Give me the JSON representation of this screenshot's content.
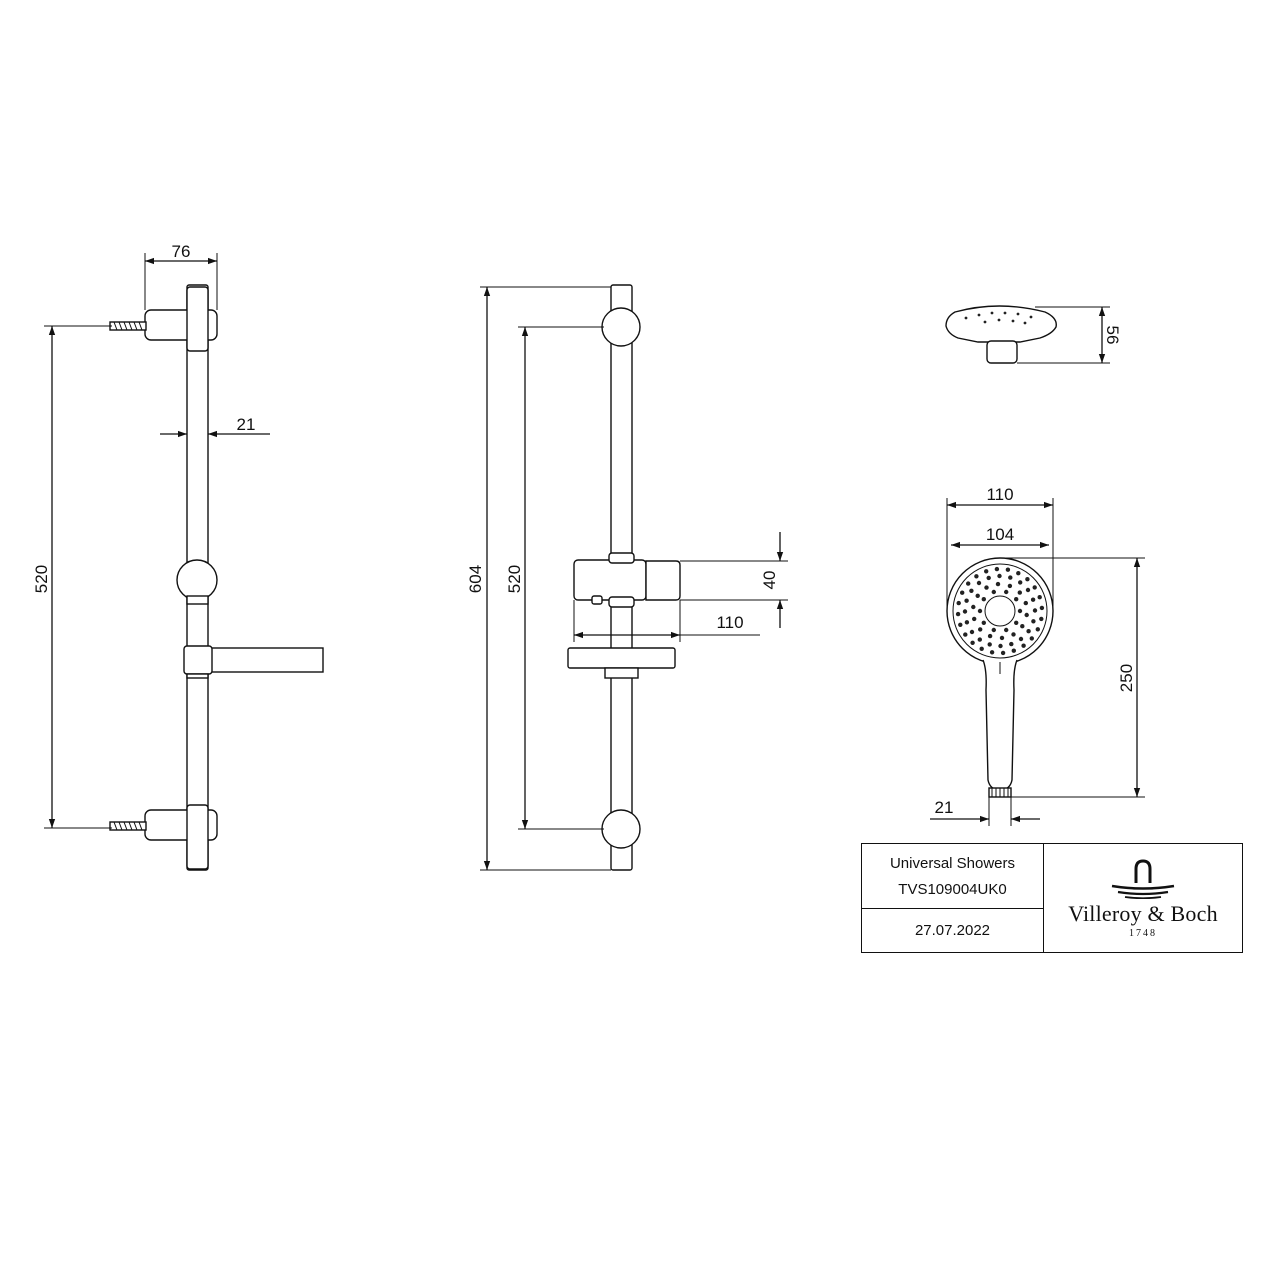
{
  "dimensions": {
    "left_view": {
      "bracket_width": "76",
      "rail_diameter": "21",
      "bracket_spacing": "520"
    },
    "middle_view": {
      "overall_length": "604",
      "bracket_spacing": "520",
      "holder_height": "40",
      "holder_projection": "110"
    },
    "head_side_view": {
      "head_depth": "56"
    },
    "hand_shower_view": {
      "head_outer_diameter": "110",
      "head_inner_diameter": "104",
      "overall_length": "250",
      "handle_connector": "21"
    }
  },
  "title_block": {
    "product_line": "Universal Showers",
    "article_number": "TVS109004UK0",
    "date": "27.07.2022",
    "brand": {
      "name": "Villeroy & Boch",
      "year": "1748",
      "logo_icon": "tap-arch-logo-icon"
    }
  },
  "colors": {
    "line": "#111111",
    "background": "#ffffff"
  }
}
